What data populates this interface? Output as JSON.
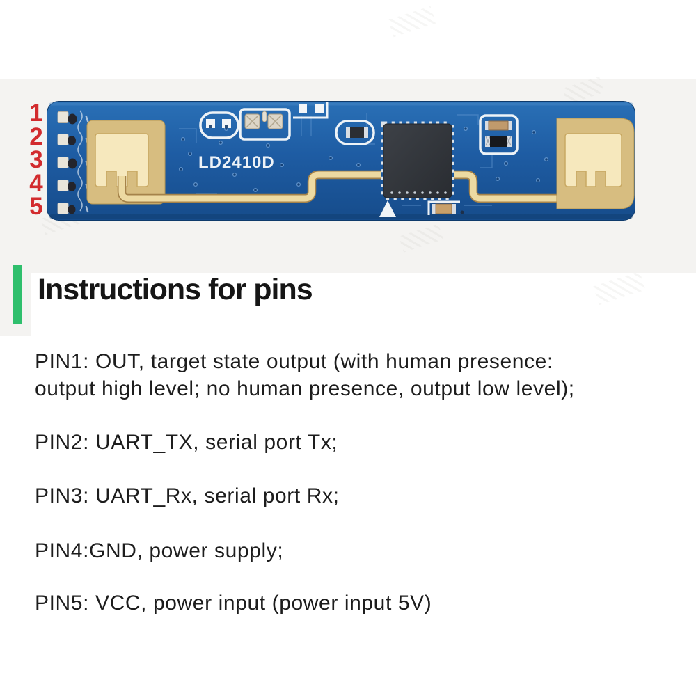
{
  "photo": {
    "module_label": "LD2410D",
    "pin_numbers": [
      "1",
      "2",
      "3",
      "4",
      "5"
    ]
  },
  "section": {
    "title": "Instructions for pins"
  },
  "pins": [
    {
      "name": "PIN1",
      "lines": [
        "PIN1: OUT, target state output (with human presence:",
        "output high level; no human presence, output low level);"
      ]
    },
    {
      "name": "PIN2",
      "lines": [
        "PIN2: UART_TX, serial port Tx;"
      ]
    },
    {
      "name": "PIN3",
      "lines": [
        "PIN3: UART_Rx, serial port Rx;"
      ]
    },
    {
      "name": "PIN4",
      "lines": [
        "PIN4:GND, power supply;"
      ]
    },
    {
      "name": "PIN5",
      "lines": [
        "PIN5: VCC, power input (power input 5V)"
      ]
    }
  ],
  "colors": {
    "pcb_blue": "#1e5ca3",
    "gold_area": "#d7bd80",
    "antenna_patch": "#f6e8bd",
    "pin_number_red": "#d22b2e",
    "accent_green": "#2fbf6d",
    "photo_background": "#f4f3f1",
    "chip_body": "#33373c"
  }
}
